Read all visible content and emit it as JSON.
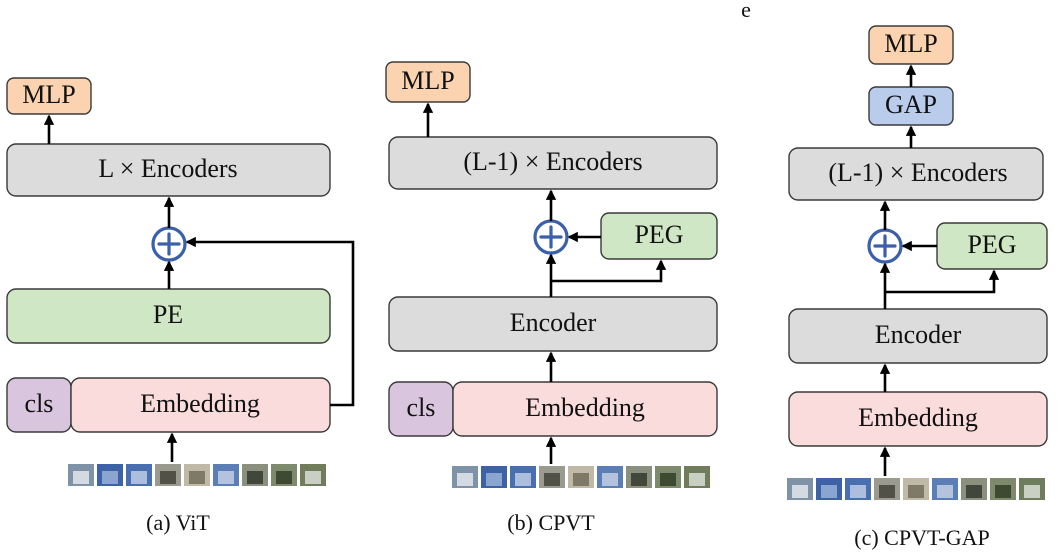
{
  "colors": {
    "mlp": "#fbd3b0",
    "gap": "#b9ccec",
    "encoder": "#dcdcdc",
    "pe": "#cfe7c4",
    "peg": "#cfe7c4",
    "cls": "#d9c6de",
    "embedding": "#fbdcdc",
    "sum_ring": "#3b5fa8",
    "stroke": "#3a3a3a"
  },
  "stray_mark": "e",
  "panels": [
    {
      "id": "vit",
      "caption": "(a) ViT",
      "mlp": "MLP",
      "encoders": "L × Encoders",
      "pe": "PE",
      "cls": "cls",
      "embedding": "Embedding"
    },
    {
      "id": "cpvt",
      "caption": "(b) CPVT",
      "mlp": "MLP",
      "encoders": "(L-1) × Encoders",
      "peg": "PEG",
      "encoder": "Encoder",
      "cls": "cls",
      "embedding": "Embedding"
    },
    {
      "id": "cpvt-gap",
      "caption": "(c) CPVT-GAP",
      "mlp": "MLP",
      "gap": "GAP",
      "encoders": "(L-1) × Encoders",
      "peg": "PEG",
      "encoder": "Encoder",
      "embedding": "Embedding"
    }
  ],
  "patch_tiles": [
    {
      "bg": "#7f93a8",
      "fg": "#e8ecf0"
    },
    {
      "bg": "#3d62a6",
      "fg": "#9fb6dc"
    },
    {
      "bg": "#4a6fb0",
      "fg": "#c3d2ea"
    },
    {
      "bg": "#9a9a8e",
      "fg": "#3e3e36"
    },
    {
      "bg": "#bfb9a6",
      "fg": "#6f6a58"
    },
    {
      "bg": "#5b7eb6",
      "fg": "#c9d5e8"
    },
    {
      "bg": "#8a8f7e",
      "fg": "#30352a"
    },
    {
      "bg": "#7d8a6c",
      "fg": "#2f3a26"
    },
    {
      "bg": "#6f7d5c",
      "fg": "#e0e4dc"
    }
  ]
}
